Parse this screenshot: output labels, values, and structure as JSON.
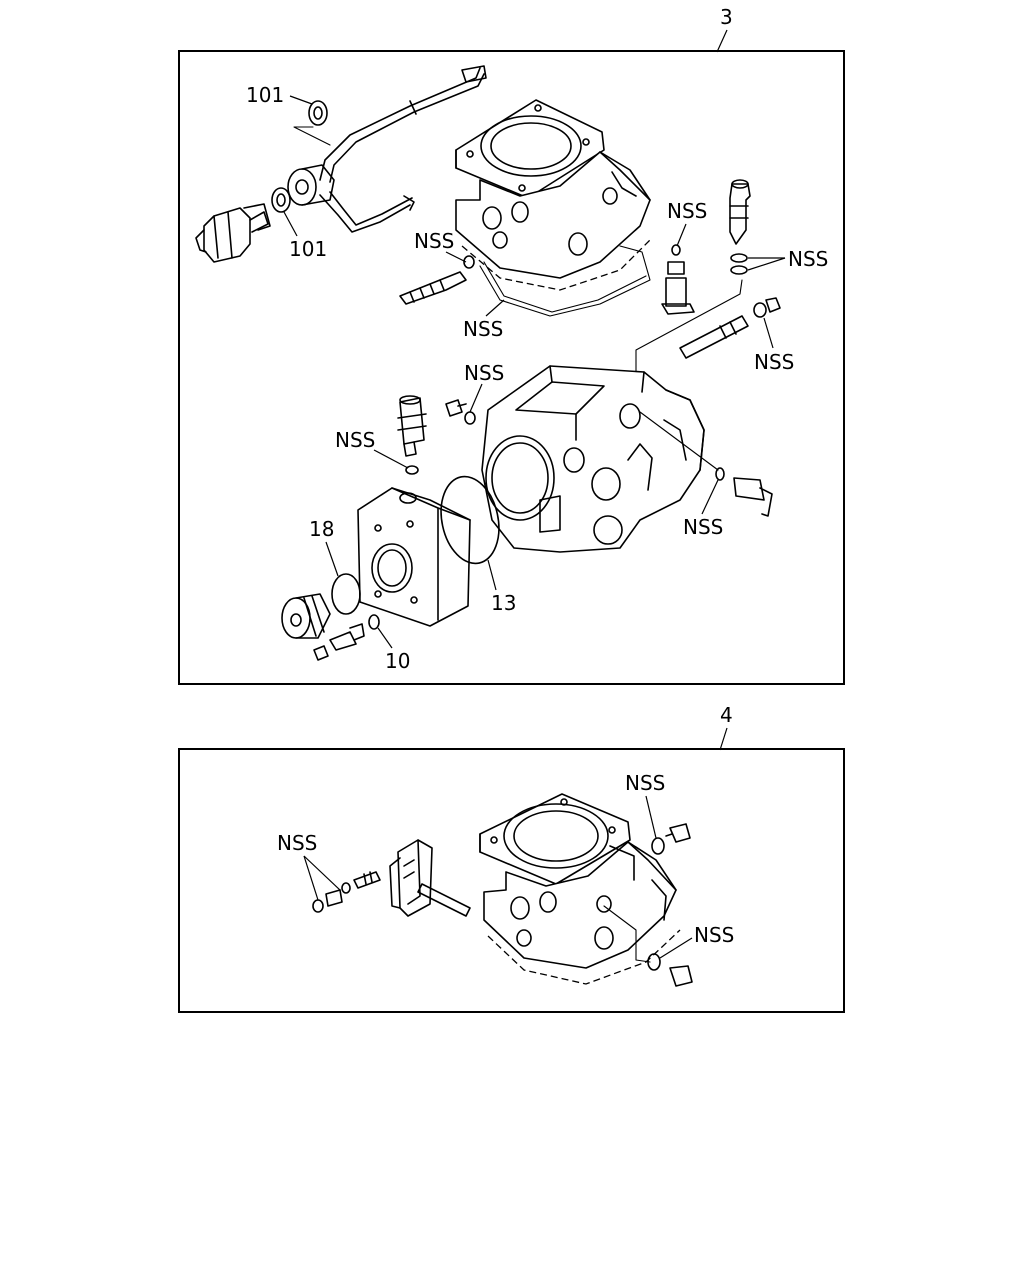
{
  "panels": [
    {
      "id": "3",
      "callouts": [
        "101",
        "101",
        "NSS",
        "NSS",
        "NSS",
        "NSS",
        "NSS",
        "NSS",
        "NSS",
        "18",
        "13",
        "10"
      ]
    },
    {
      "id": "4",
      "callouts": [
        "NSS",
        "NSS",
        "NSS"
      ]
    }
  ]
}
